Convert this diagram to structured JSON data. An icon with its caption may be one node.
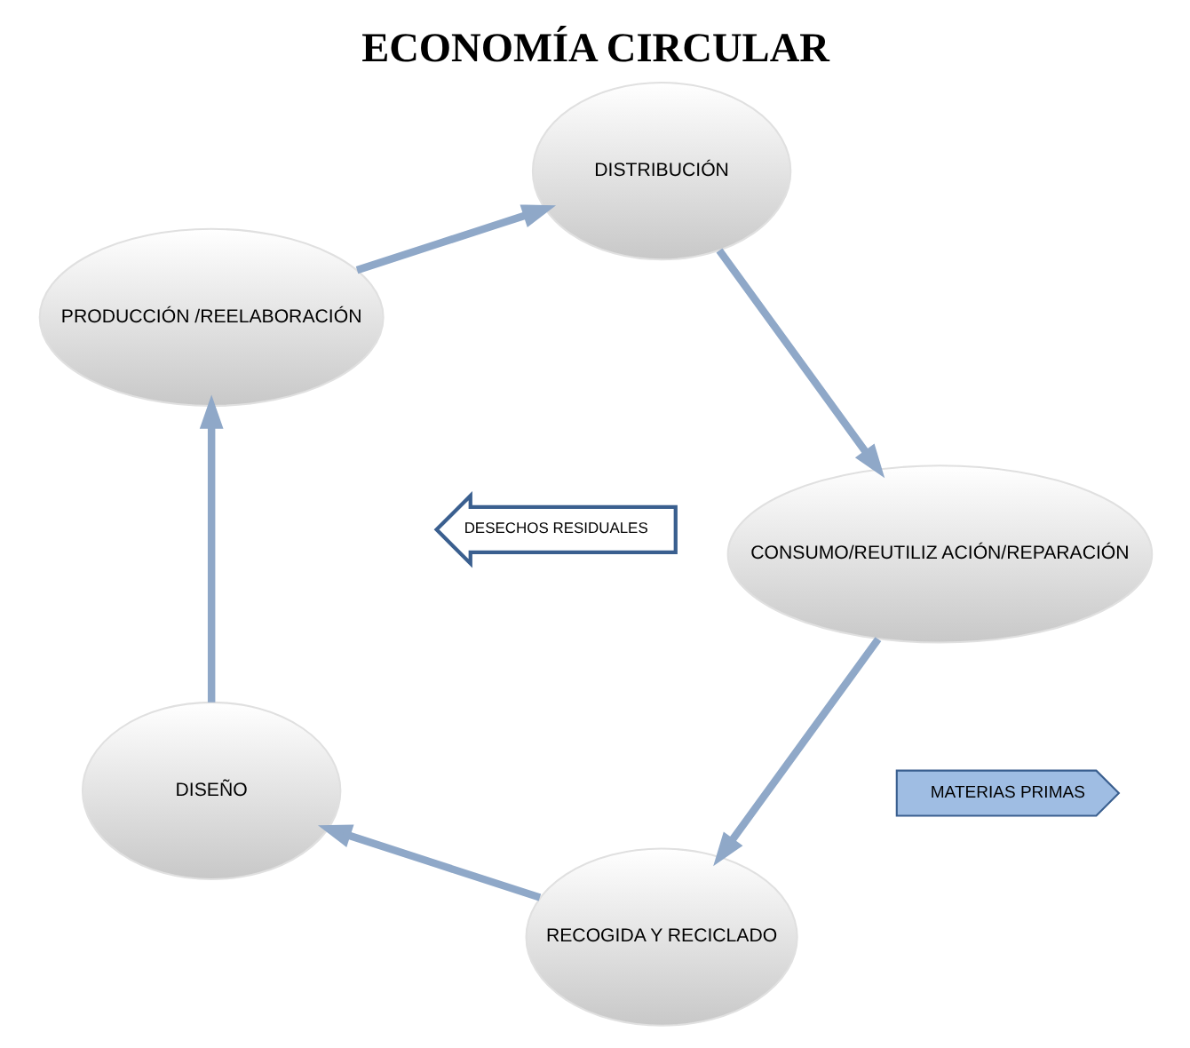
{
  "diagram": {
    "title": "ECONOMÍA CIRCULAR",
    "nodes": [
      {
        "text": [
          "MATERIAS PRIMAS"
        ]
      },
      {
        "text": [
          "RECOGIDA Y RECICLADO"
        ]
      },
      {
        "text": [
          "DISEÑO"
        ]
      },
      {
        "text": [
          "PRODUCCIÓN /REELABORACIÓN"
        ]
      },
      {
        "text": [
          "DISTRIBUCIÓN"
        ]
      },
      {
        "text": [
          "CONSUMO/REUTILIZ ACIÓN/REPARACIÓN"
        ]
      },
      {
        "text": [
          "DESECHOS RESIDUALES"
        ]
      }
    ],
    "edges": [
      {
        "from": 1,
        "to": 2,
        "arrow": "to"
      },
      {
        "from": 2,
        "to": 3,
        "arrow": "to"
      },
      {
        "from": 3,
        "to": 4,
        "arrow": "to"
      },
      {
        "from": 4,
        "to": 5,
        "arrow": "to"
      },
      {
        "from": 5,
        "to": 1,
        "arrow": "to"
      }
    ]
  }
}
